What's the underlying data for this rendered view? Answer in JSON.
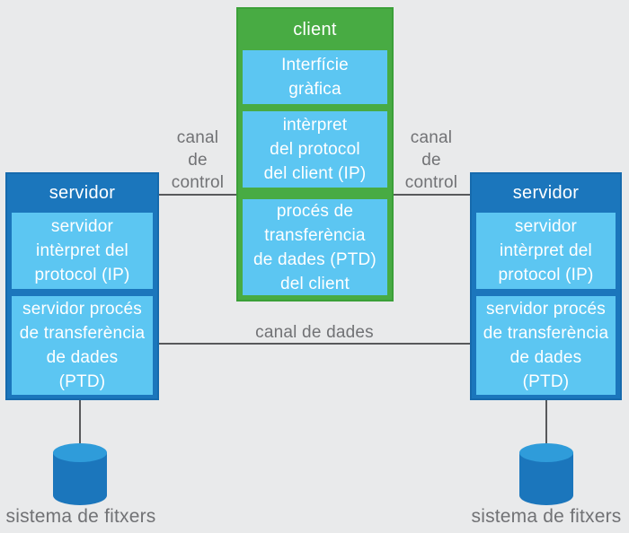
{
  "colors": {
    "background": "#e9eaeb",
    "client_green": "#48ab43",
    "server_blue": "#1b76bc",
    "module_blue": "#5cc6f2",
    "cylinder_top_blue": "#2f9cda",
    "connector_line": "#58595b",
    "label_text": "#717275",
    "box_text": "#ffffff"
  },
  "client": {
    "title": "client",
    "modules": [
      {
        "label": "Interfície\ngràfica"
      },
      {
        "label": "intèrpret\ndel protocol\ndel client (IP)"
      },
      {
        "label": "procés de\ntransferència\nde dades (PTD)\ndel client"
      }
    ]
  },
  "server_left": {
    "title": "servidor",
    "modules": [
      {
        "label": "servidor\nintèrpret del\nprotocol (IP)"
      },
      {
        "label": "servidor procés\nde transferència\nde dades\n(PTD)"
      }
    ],
    "storage_label": "sistema de fitxers"
  },
  "server_right": {
    "title": "servidor",
    "modules": [
      {
        "label": "servidor\nintèrpret del\nprotocol (IP)"
      },
      {
        "label": "servidor procés\nde transferència\nde dades\n(PTD)"
      }
    ],
    "storage_label": "sistema de fitxers"
  },
  "channels": {
    "control_left": "canal\nde\ncontrol",
    "control_right": "canal\nde\ncontrol",
    "data": "canal de dades"
  }
}
